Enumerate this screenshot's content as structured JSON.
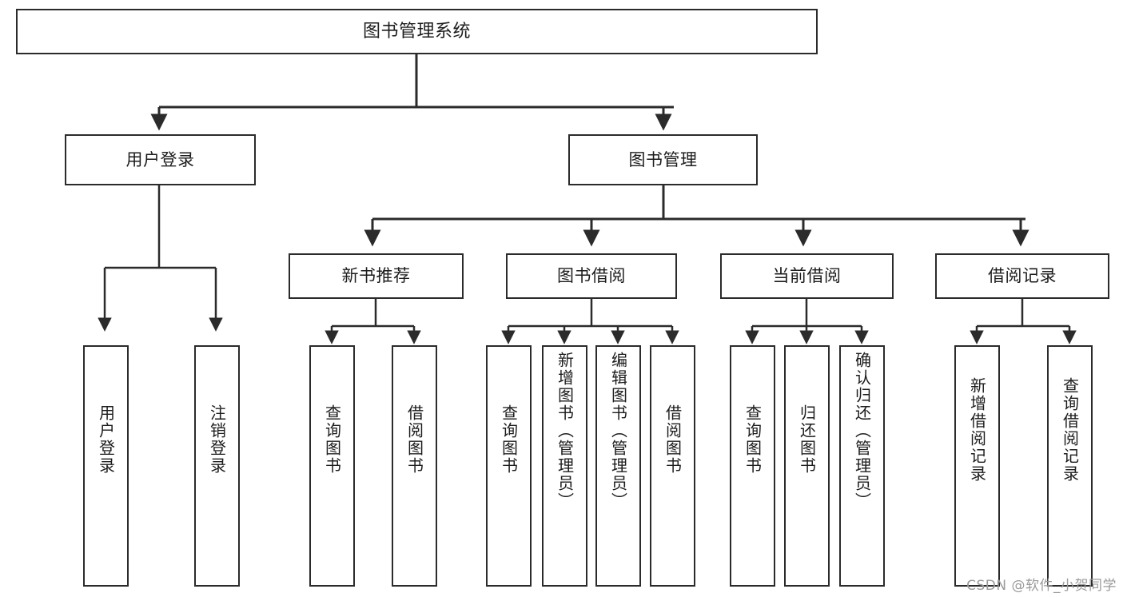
{
  "diagram": {
    "title": "图书管理系统",
    "type": "功能结构图",
    "watermark": "CSDN @软件_小贺同学",
    "colors": {
      "box_border": "#2b2b2b",
      "box_fill": "#ffffff",
      "edge": "#2b2b2b",
      "text": "#1c1c1c",
      "watermark": "#9a9a9a"
    }
  },
  "nodes": {
    "root": {
      "label": "图书管理系统"
    },
    "level2": [
      {
        "id": "user-login",
        "label": "用户登录"
      },
      {
        "id": "book-manage",
        "label": "图书管理"
      }
    ],
    "level3": [
      {
        "id": "new-book-recommend",
        "label": "新书推荐"
      },
      {
        "id": "book-borrow",
        "label": "图书借阅"
      },
      {
        "id": "current-borrow",
        "label": "当前借阅"
      },
      {
        "id": "borrow-record",
        "label": "借阅记录"
      }
    ],
    "leaves": {
      "user-login": [
        {
          "id": "leaf-user-login",
          "label": "用户登录"
        },
        {
          "id": "leaf-logout-login",
          "label": "注销登录"
        }
      ],
      "new-book-recommend": [
        {
          "id": "leaf-query-book-1",
          "label": "查询图书"
        },
        {
          "id": "leaf-borrow-book-1",
          "label": "借阅图书"
        }
      ],
      "book-borrow": [
        {
          "id": "leaf-query-book-2",
          "label": "查询图书"
        },
        {
          "id": "leaf-add-book-admin",
          "label": "新增图书（管理员）"
        },
        {
          "id": "leaf-edit-book-admin",
          "label": "编辑图书（管理员）"
        },
        {
          "id": "leaf-borrow-book-2",
          "label": "借阅图书"
        }
      ],
      "current-borrow": [
        {
          "id": "leaf-query-book-3",
          "label": "查询图书"
        },
        {
          "id": "leaf-return-book",
          "label": "归还图书"
        },
        {
          "id": "leaf-confirm-return-admin",
          "label": "确认归还（管理员）"
        }
      ],
      "borrow-record": [
        {
          "id": "leaf-add-borrow-record",
          "label": "新增借阅记录"
        },
        {
          "id": "leaf-query-borrow-record",
          "label": "查询借阅记录"
        }
      ]
    }
  }
}
